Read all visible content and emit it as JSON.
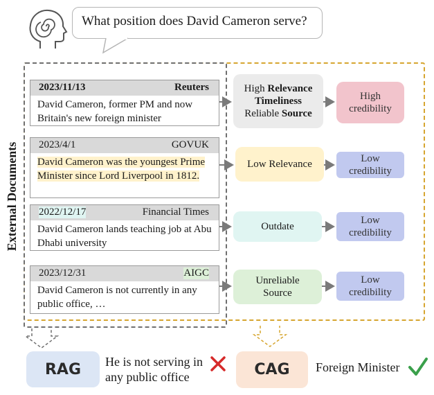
{
  "question": "What position does David Cameron serve?",
  "side_label": "External Documents",
  "documents": [
    {
      "date": "2023/11/13",
      "source": "Reuters",
      "text": "David Cameron, former PM and now Britain's new foreign minister"
    },
    {
      "date": "2023/4/1",
      "source": "GOVUK",
      "text": "David Cameron was the youngest Prime Minister since Lord Liverpool in 1812."
    },
    {
      "date": "2022/12/17",
      "source": "Financial Times",
      "text": "David Cameron lands teaching job at Abu Dhabi university"
    },
    {
      "date": "2023/12/31",
      "source": "AIGC",
      "text": "David Cameron is not currently in any public office, …"
    }
  ],
  "assessments": {
    "d1_line1_pre": "High ",
    "d1_line1_bold": "Relevance",
    "d1_line2_bold": "Timeliness",
    "d1_line3_pre": "Reliable ",
    "d1_line3_bold": "Source",
    "d2": "Low Relevance",
    "d3": "Outdate",
    "d4_line1": "Unreliable",
    "d4_line2": "Source"
  },
  "credibility": [
    {
      "line1": "High",
      "line2": "credibility"
    },
    {
      "line1": "Low",
      "line2": "credibility"
    },
    {
      "line1": "Low",
      "line2": "credibility"
    },
    {
      "line1": "Low",
      "line2": "credibility"
    }
  ],
  "rag": {
    "label": "RAG",
    "answer": "He is not serving in any public office"
  },
  "cag": {
    "label": "CAG",
    "answer": "Foreign Minister"
  },
  "colors": {
    "gold": "#d6a52f",
    "high_cred": "#f2c4cc",
    "low_cred": "#c1c9ef",
    "cross": "#d62a2a",
    "check": "#3aa04b"
  }
}
